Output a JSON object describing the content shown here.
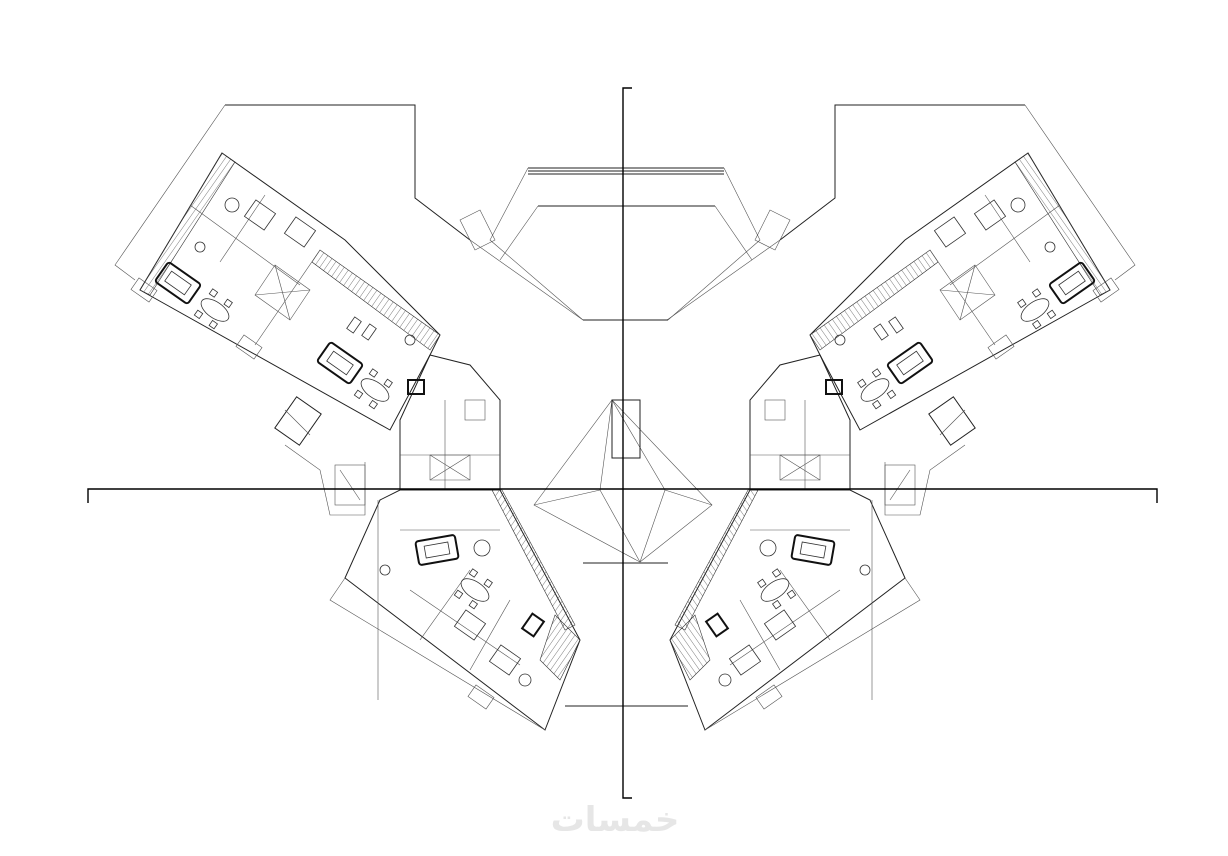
{
  "drawing": {
    "type": "architectural-floor-plan",
    "symmetry": "mirrored-wings",
    "line_color": "#222222",
    "background": "#ffffff"
  },
  "watermark": {
    "text": "خمسات",
    "color": "#e6e6e6"
  }
}
